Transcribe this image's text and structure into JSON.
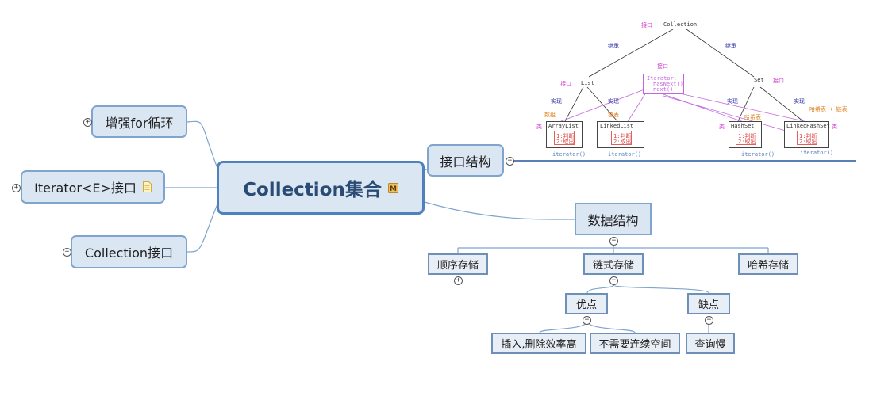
{
  "central": {
    "label": "Collection集合"
  },
  "left_topics": [
    {
      "label": "增强for循环"
    },
    {
      "label": "Iterator<E>接口"
    },
    {
      "label": "Collection接口"
    }
  ],
  "right_topics": {
    "interface_structure": {
      "label": "接口结构"
    },
    "data_structure": {
      "label": "数据结构"
    }
  },
  "storage": {
    "sequential": "顺序存储",
    "linked": "链式存储",
    "hash": "哈希存储"
  },
  "linked_details": {
    "pros": "优点",
    "cons": "缺点",
    "pros_items": [
      "插入,删除效率高",
      "不需要连续空间"
    ],
    "cons_items": [
      "查询慢"
    ]
  },
  "embedded_diagram": {
    "root": "Collection",
    "root_tag": "接口",
    "inherit_labels": [
      "继承",
      "继承"
    ],
    "list": "List",
    "set": "Set",
    "iface_tag": "接口",
    "iterator_lines": [
      "Iterator:",
      "hasNext()",
      "next()"
    ],
    "impl": "实现",
    "array_list": "ArrayList",
    "linked_list": "LinkedList",
    "hash_set": "HashSet",
    "linked_hash_set": "LinkedHashSet",
    "method_lines": [
      "1:判断",
      "2:取出"
    ],
    "iterator_call": "iterator()",
    "class_tag": "类",
    "array_note": "数组",
    "linked_note": "链表",
    "hash_note": "哈希表",
    "hash_linked_note": "哈希表 + 链表"
  },
  "colors": {
    "node_fill": "#dbe6f3",
    "node_border": "#7ea4cf",
    "central_border": "#4f81bd",
    "branch_line": "#7ea4cf"
  },
  "icons": {
    "central_marker": "m-marker-icon",
    "notes": "notes-icon",
    "expand": "expand-toggle-icon",
    "collapse": "collapse-toggle-icon"
  }
}
